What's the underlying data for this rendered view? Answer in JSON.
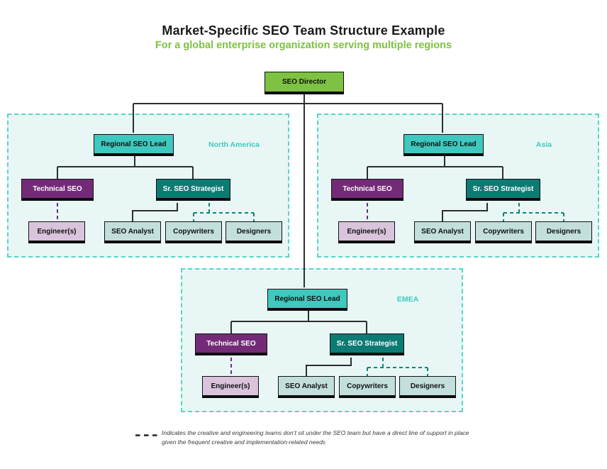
{
  "header": {
    "title": "Market-Specific SEO Team Structure Example",
    "subtitle": "For a global enterprise organization serving multiple regions"
  },
  "director": "SEO Director",
  "regions": [
    {
      "name": "North America",
      "regional_lead": "Regional SEO Lead",
      "technical": "Technical SEO",
      "strategist": "Sr. SEO Strategist",
      "engineers": "Engineer(s)",
      "analyst": "SEO Analyst",
      "copywriters": "Copywriters",
      "designers": "Designers"
    },
    {
      "name": "Asia",
      "regional_lead": "Regional SEO Lead",
      "technical": "Technical SEO",
      "strategist": "Sr. SEO Strategist",
      "engineers": "Engineer(s)",
      "analyst": "SEO Analyst",
      "copywriters": "Copywriters",
      "designers": "Designers"
    },
    {
      "name": "EMEA",
      "regional_lead": "Regional SEO Lead",
      "technical": "Technical SEO",
      "strategist": "Sr. SEO Strategist",
      "engineers": "Engineer(s)",
      "analyst": "SEO Analyst",
      "copywriters": "Copywriters",
      "designers": "Designers"
    }
  ],
  "legend": {
    "line1": "Indicates the creative and engineering teams don’t sit under the SEO team but have a direct line of support in place",
    "line2": "given the frequent creative and implementation-related needs"
  },
  "colors": {
    "director_green": "#7dc242",
    "subtitle_green": "#7dc242",
    "regional_lead_turquoise": "#3ec8be",
    "technical_purple": "#732b78",
    "strategist_teal": "#0c7b74",
    "support_light_teal": "#c2dfdb",
    "engineers_lavender": "#d9c4dc",
    "region_background": "#e8f7f5",
    "region_border": "#55d5ca",
    "connector_dark": "#2e2e2e"
  }
}
